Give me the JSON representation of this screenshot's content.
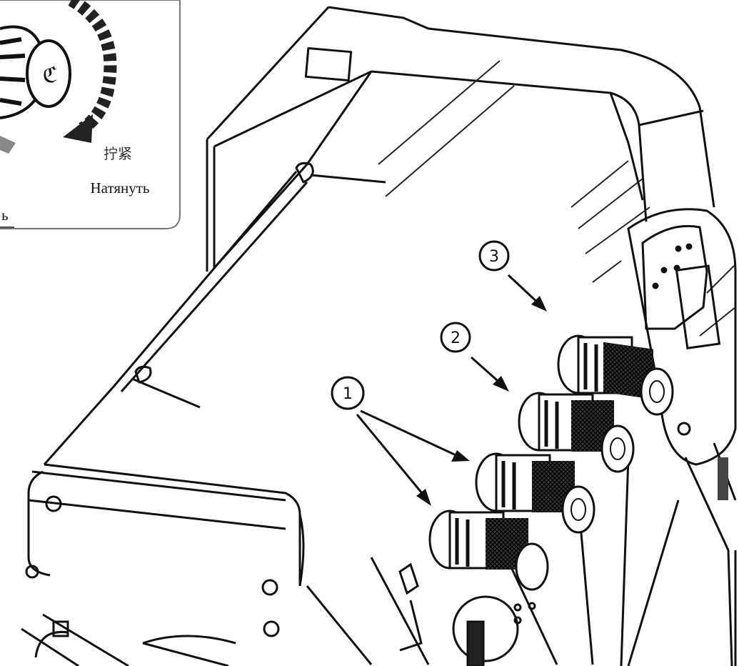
{
  "inset": {
    "chinese_label": "拧紧",
    "russian_label": "Натянуть",
    "cut_off_label": "ь"
  },
  "callouts": [
    {
      "number": "1"
    },
    {
      "number": "2"
    },
    {
      "number": "3"
    }
  ],
  "parts": {
    "knob_count": 4
  }
}
